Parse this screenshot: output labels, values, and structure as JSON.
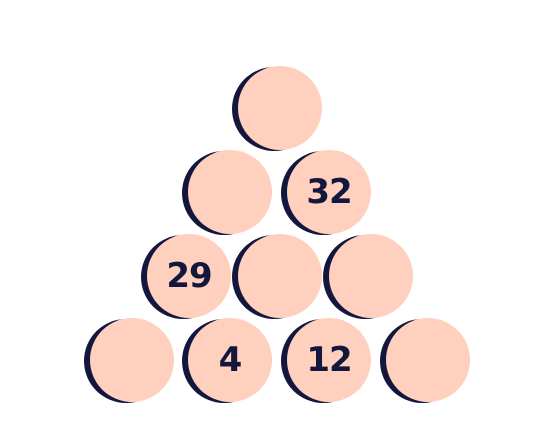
{
  "colors": {
    "circle_fill": "#ffd0bd",
    "circle_shadow": "#14173d",
    "text": "#14173d",
    "background": "#ffffff"
  },
  "pyramid": {
    "rows": [
      [
        ""
      ],
      [
        "",
        "32"
      ],
      [
        "29",
        "",
        ""
      ],
      [
        "",
        "4",
        "12",
        ""
      ]
    ]
  }
}
